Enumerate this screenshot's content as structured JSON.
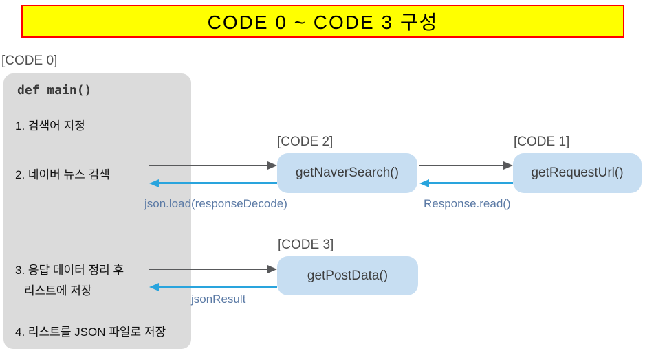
{
  "title": {
    "text": "CODE 0 ~ CODE 3 구성"
  },
  "code0": {
    "label": "[CODE 0]",
    "def_line": "def main()",
    "steps": [
      {
        "text": "1. 검색어 지정"
      },
      {
        "text": "2. 네이버 뉴스 검색"
      },
      {
        "text": "3. 응답 데이터 정리 후",
        "text2": "리스트에 저장"
      },
      {
        "text": "4. 리스트를 JSON 파일로 저장"
      }
    ]
  },
  "functions": [
    {
      "label": "[CODE 2]",
      "name": "getNaverSearch()"
    },
    {
      "label": "[CODE 1]",
      "name": "getRequestUrl()"
    },
    {
      "label": "[CODE 3]",
      "name": "getPostData()"
    }
  ],
  "arrow_labels": {
    "json_load": "json.load(responseDecode)",
    "response_read": "Response.read()",
    "json_result": "jsonResult"
  },
  "colors": {
    "title_bg": "#ffff00",
    "title_border": "#ff0000",
    "main_box_bg": "#dbdbdb",
    "fn_box_bg": "#c7def2",
    "arrow_dark": "#58595b",
    "arrow_blue": "#29a4dd",
    "arrow_label_text": "#5b7aa5"
  }
}
